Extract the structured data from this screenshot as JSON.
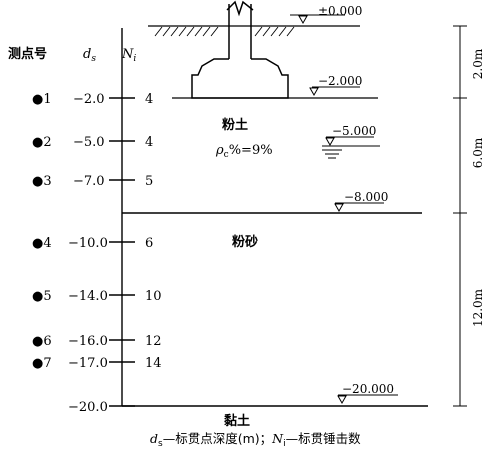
{
  "header": {
    "station_label": "测点号",
    "ds_label": "d",
    "ds_sub": "s",
    "n_label": "N",
    "n_sub": "i"
  },
  "elevations": {
    "ground": "±0.000",
    "foundation": "−2.000",
    "water": "−5.000",
    "layer1_bottom": "−8.000",
    "layer3_bottom": "−20.000"
  },
  "soil_layers": [
    {
      "name": "粉土",
      "note_prefix": "ρ",
      "note_sub": "c",
      "note_rest": "%=9%"
    },
    {
      "name": "粉砂"
    },
    {
      "name": "黏土"
    }
  ],
  "thickness": [
    "2.0m",
    "6.0m",
    "12.0m"
  ],
  "stations": [
    {
      "id": "●1",
      "depth": "−2.0",
      "n": "4"
    },
    {
      "id": "",
      "depth": "−5.0",
      "n": "4",
      "station_id": "●2"
    },
    {
      "id": "●3",
      "depth": "−7.0",
      "n": "5"
    },
    {
      "id": "●4",
      "depth": "−10.0",
      "n": "6"
    },
    {
      "id": "●5",
      "depth": "−14.0",
      "n": "10"
    },
    {
      "id": "●6",
      "depth": "−16.0",
      "n": "12"
    },
    {
      "id": "●7",
      "depth": "−17.0",
      "n": "14"
    }
  ],
  "bottom_depth": "−20.0",
  "caption": {
    "ds": "d",
    "ds_sub": "s",
    "ds_text": "—标贯点深度(m)；",
    "n": "N",
    "n_sub": "i",
    "n_text": "—标贯锤击数"
  }
}
